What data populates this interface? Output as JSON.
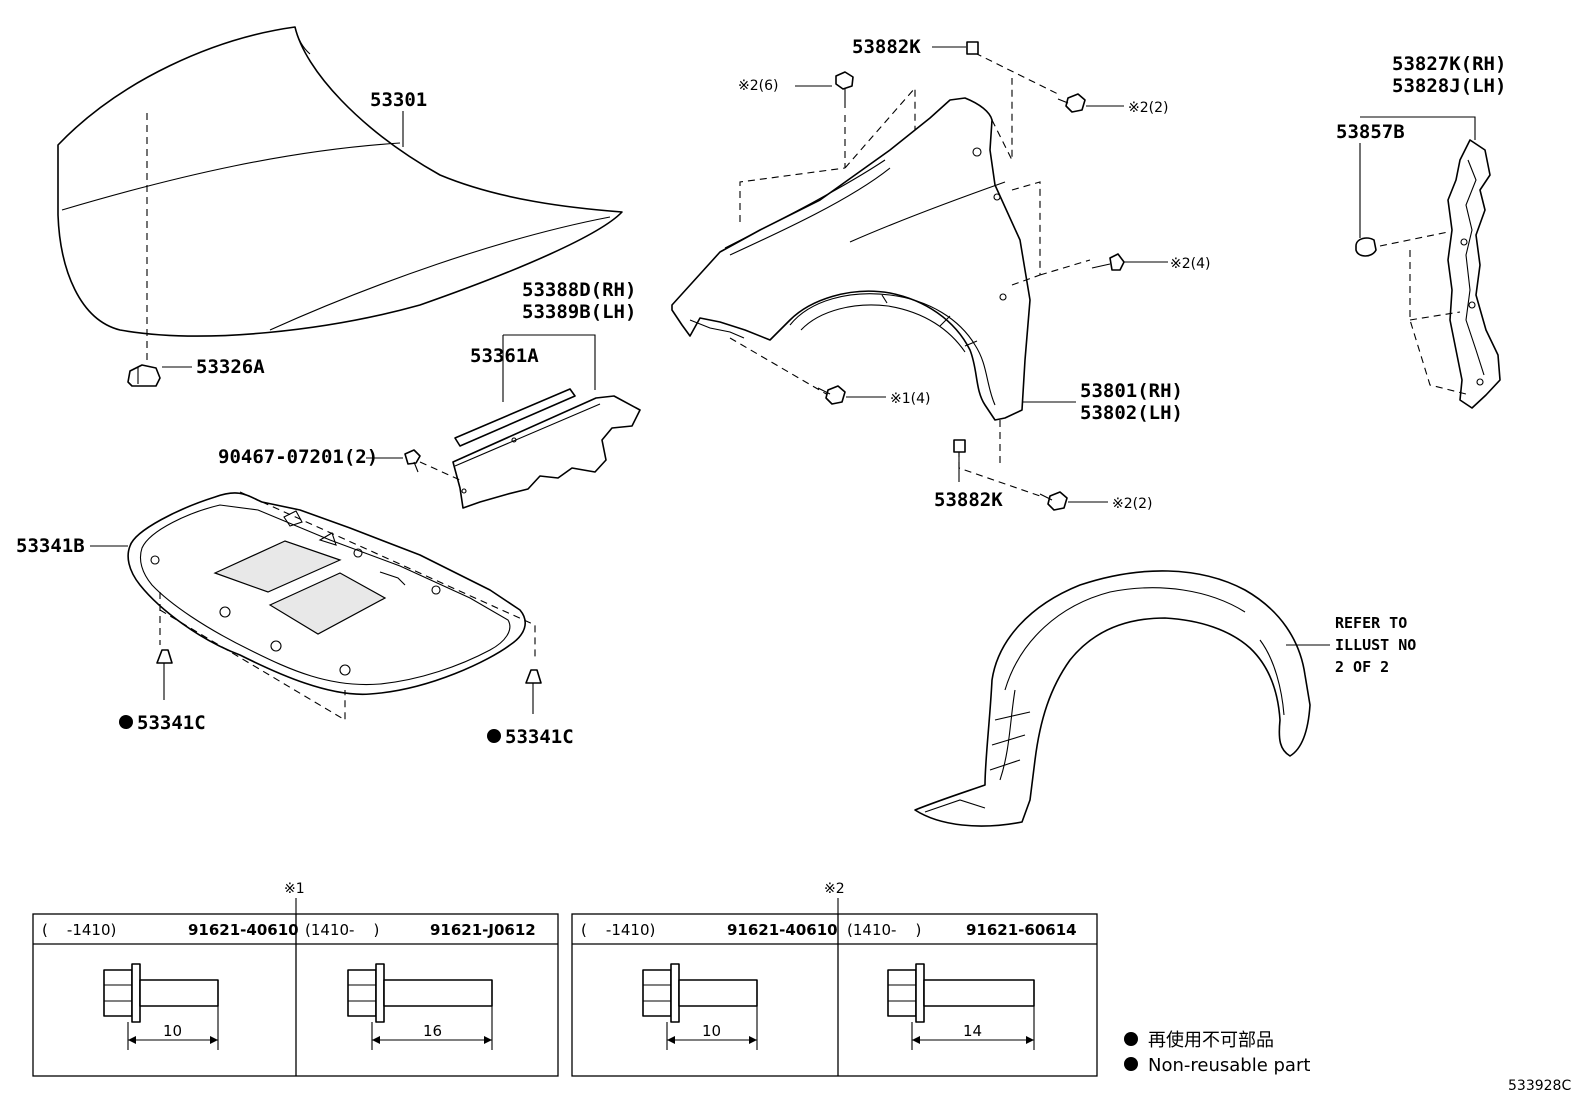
{
  "diagram": {
    "part_labels": {
      "hood": "53301",
      "hood_cushion": "53326A",
      "fender_seal_rh_lh": [
        "53388D(RH)",
        "53389B(LH)"
      ],
      "seal_strip": "53361A",
      "bolt_90467": "90467-07201(2)",
      "hood_insulator": "53341B",
      "clip_left": "53341C",
      "clip_right": "53341C",
      "fender_pad_top": "53882K",
      "fender_pad_bottom": "53882K",
      "fender": [
        "53801(RH)",
        "53802(LH)"
      ],
      "fender_liner": [
        "53827K(RH)",
        "53828J(LH)"
      ],
      "fender_clip": "53857B"
    },
    "note_labels": {
      "bolt_top_left": "※2(6)",
      "bolt_top_right": "※2(2)",
      "bolt_mid_right": "※2(4)",
      "bolt_front": "※1(4)",
      "bolt_bottom": "※2(2)"
    },
    "refer_text": [
      "REFER TO",
      "ILLUST NO",
      "2 OF 2"
    ],
    "tables": [
      {
        "mark": "※1",
        "cols": [
          {
            "range": "(    -1410)",
            "part": "91621-40610",
            "length": "10"
          },
          {
            "range": "(1410-    )",
            "part": "91621-J0612",
            "length": "16"
          }
        ]
      },
      {
        "mark": "※2",
        "cols": [
          {
            "range": "(    -1410)",
            "part": "91621-40610",
            "length": "10"
          },
          {
            "range": "(1410-    )",
            "part": "91621-60614",
            "length": "14"
          }
        ]
      }
    ],
    "legend": {
      "jp": "再使用不可部品",
      "en": "Non-reusable part"
    },
    "code": "533928C"
  }
}
